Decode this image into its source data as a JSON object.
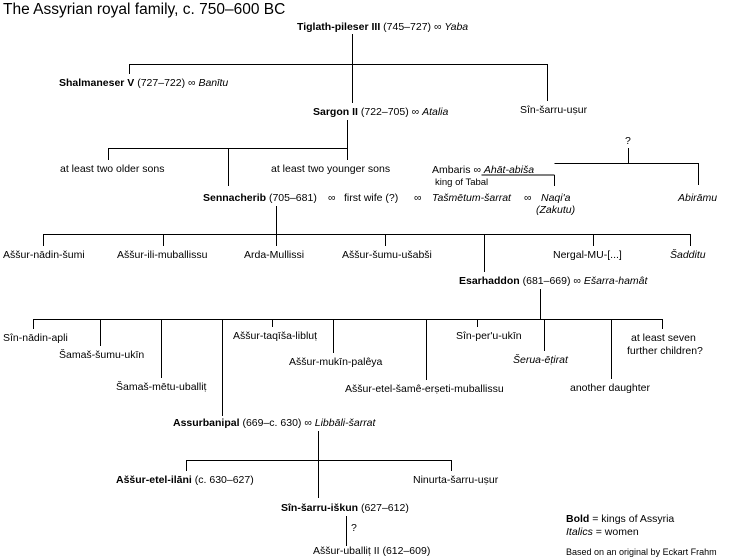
{
  "title": "The Assyrian royal family, c. 750–600 BC",
  "marriage_symbol": "∞",
  "people": {
    "tiglath_pileser": {
      "name": "Tiglath-pileser III",
      "reign": " (745–727) ",
      "spouse": "Yaba"
    },
    "shalmaneser": {
      "name": "Shalmaneser V",
      "reign": " (727–722) ",
      "spouse": "Banītu"
    },
    "sargon": {
      "name": "Sargon II",
      "reign": " (722–705) ",
      "spouse": "Atalia"
    },
    "sin_sarru_usur": {
      "name": "Sîn-šarru-uṣur"
    },
    "older_sons": {
      "name": "at least two older sons"
    },
    "younger_sons": {
      "name": "at least two younger sons"
    },
    "ambaris": {
      "name": "Ambaris",
      "subtitle": "king of Tabal",
      "spouse": "Ahāt-abiša"
    },
    "unknown_parent": {
      "name": "?"
    },
    "sennacherib": {
      "name": "Sennacherib",
      "reign": " (705–681)"
    },
    "first_wife": {
      "name": "first wife (?)"
    },
    "tasmetum": {
      "name": "Tašmētum-šarrat"
    },
    "naqia": {
      "name": "Naqi'a",
      "alt": "(Zakutu)"
    },
    "abiramu": {
      "name": "Abirāmu"
    },
    "assur_nadin_sumi": {
      "name": "Aššur-nādin-šumi"
    },
    "assur_ili_muballissu": {
      "name": "Aššur-ili-muballissu"
    },
    "arda_mullissi": {
      "name": "Arda-Mullissi"
    },
    "assur_sumu_usabsi": {
      "name": "Aššur-šumu-ušabši"
    },
    "nergal_mu": {
      "name": "Nergal-MU-[...]"
    },
    "sadditu": {
      "name": "Šadditu"
    },
    "esarhaddon": {
      "name": "Esarhaddon",
      "reign": " (681–669) ",
      "spouse": "Ešarra-hamât"
    },
    "sin_nadin_apli": {
      "name": "Sîn-nādin-apli"
    },
    "samas_sumu_ukin": {
      "name": "Šamaš-šumu-ukīn"
    },
    "samas_metu_uballit": {
      "name": "Šamaš-mētu-uballiṭ"
    },
    "assur_taqisa_libluth": {
      "name": "Aššur-taqīša-libluṭ"
    },
    "assur_mukin_paleya": {
      "name": "Aššur-mukīn-palêya"
    },
    "assur_etel_same": {
      "name": "Aššur-etel-šamê-erṣeti-muballissu"
    },
    "sin_peru_ukin": {
      "name": "Sîn-per'u-ukīn"
    },
    "serua_etirat": {
      "name": "Šerua-ēṭirat"
    },
    "another_daughter": {
      "name": "another daughter"
    },
    "seven_children": {
      "line1": "at least seven",
      "line2": "further children?"
    },
    "assurbanipal": {
      "name": "Assurbanipal",
      "reign": " (669–c. 630) ",
      "spouse": "Libbāli-šarrat"
    },
    "assur_etel_ilani": {
      "name": "Aššur-etel-ilāni",
      "reign": " (c. 630–627)"
    },
    "ninurta_sarru_usur": {
      "name": "Ninurta-šarru-uṣur"
    },
    "sin_sarru_iskun": {
      "name": "Sîn-šarru-iškun",
      "reign": " (627–612)"
    },
    "uncertain_descent": {
      "name": "?"
    },
    "assur_uballit": {
      "name": "Aššur-uballiṭ II",
      "reign": " (612–609)"
    }
  },
  "legend": {
    "bold_word": "Bold",
    "bold_meaning": " = kings of Assyria",
    "italic_word": "Italics",
    "italic_meaning": " = women"
  },
  "credit": "Based on an original by Eckart Frahm"
}
